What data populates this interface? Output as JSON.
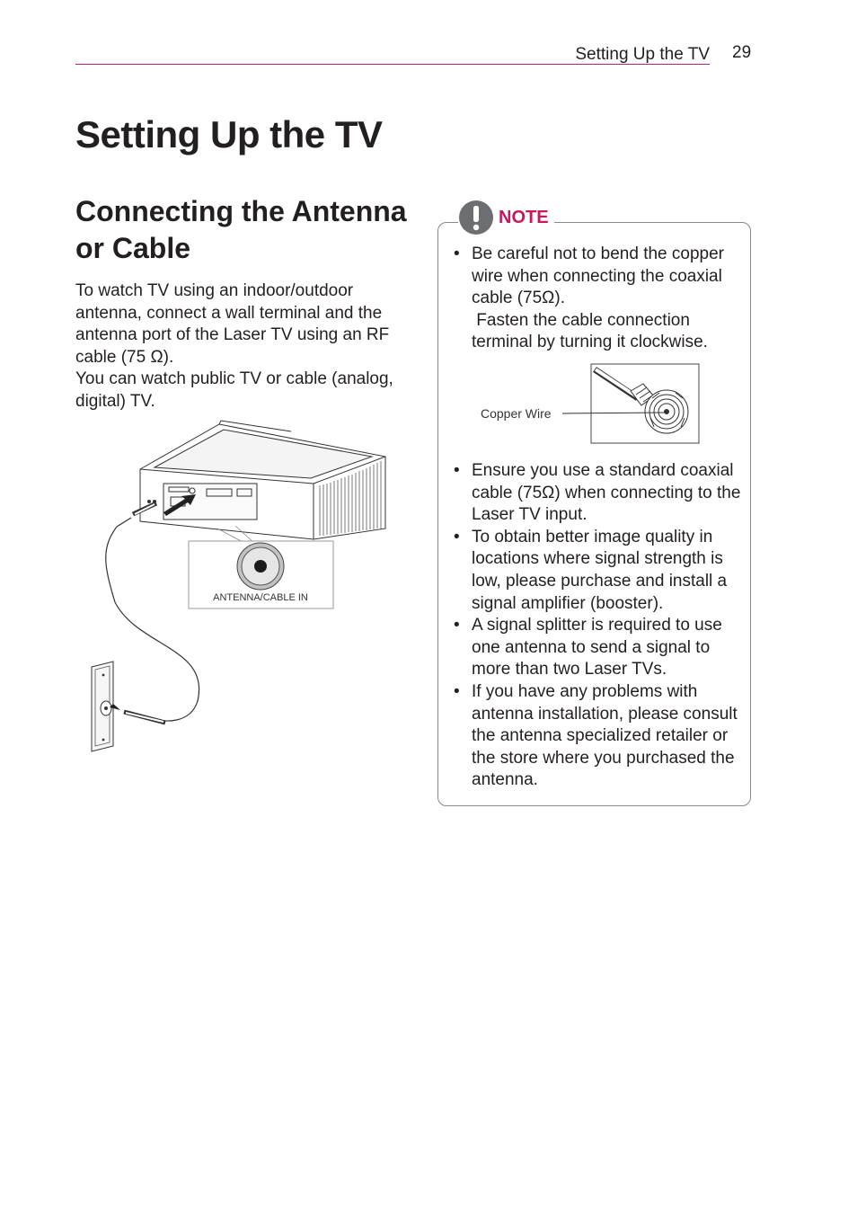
{
  "header": {
    "section": "Setting Up the TV",
    "page_number": "29"
  },
  "page_title": "Setting Up the TV",
  "section_title": "Connecting the Antenna or Cable",
  "intro": [
    "To watch TV using an indoor/outdoor antenna, connect a wall terminal and the antenna port of the Laser TV using an RF cable (75 Ω).",
    "You can watch public TV or cable (analog, digital) TV."
  ],
  "illustration": {
    "port_label": "ANTENNA/CABLE IN"
  },
  "note": {
    "label": "NOTE",
    "items_before_figure": [
      {
        "text": "Be careful not to bend the copper wire when connecting the coaxial cable (75Ω).",
        "extra": "Fasten the cable connection terminal by turning it clockwise."
      }
    ],
    "figure_label": "Copper Wire",
    "items_after_figure": [
      "Ensure you use a standard coaxial cable (75Ω) when connecting to the Laser TV input.",
      "To obtain better image quality in locations where signal strength is low, please purchase and install a signal amplifier (booster).",
      "A signal splitter is required to use one antenna to send a signal to more than two Laser TVs.",
      "If you have any problems with antenna installation, please consult the antenna specialized retailer or the store where you purchased the antenna."
    ]
  },
  "colors": {
    "accent": "#b5237a",
    "note_label": "#c8175d",
    "note_icon": "#6d6e71",
    "text": "#231f20"
  }
}
